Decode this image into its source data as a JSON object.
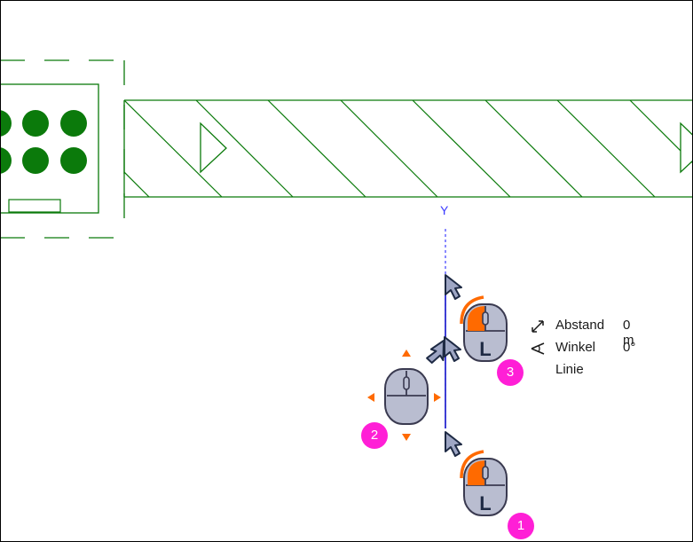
{
  "axis": {
    "label": "Y"
  },
  "readout": {
    "distance": {
      "icon": "distance-arrow-icon",
      "label": "Abstand",
      "value": "0 m"
    },
    "angle": {
      "icon": "angle-icon",
      "label": "Winkel",
      "value": "0°"
    },
    "mode": {
      "label": "Linie"
    }
  },
  "steps": [
    {
      "number": "1",
      "mouse": "left-click",
      "mouse_label": "L"
    },
    {
      "number": "2",
      "mouse": "move"
    },
    {
      "number": "3",
      "mouse": "left-click",
      "mouse_label": "L"
    }
  ],
  "colors": {
    "drawing": "#0b7a0b",
    "guide": "#3c3cff",
    "accent": "#ff6a00",
    "badge": "#ff1fd6",
    "mouse": "#b9bdd0"
  }
}
